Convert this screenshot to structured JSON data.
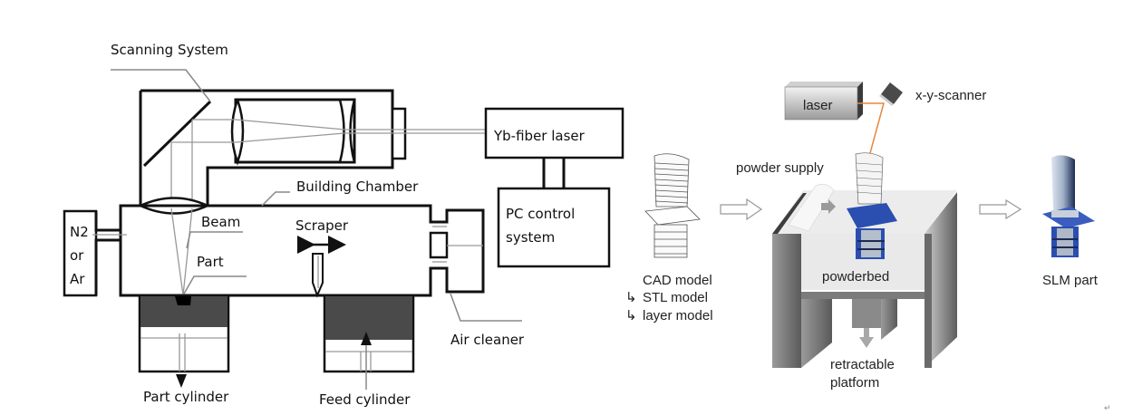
{
  "left_diagram": {
    "labels": {
      "scanning_system": "Scanning System",
      "building_chamber": "Building Chamber",
      "yb_fiber_laser": "Yb-fiber laser",
      "pc_control_line1": "PC control",
      "pc_control_line2": "system",
      "gas_line1": "N2",
      "gas_line2": "or",
      "gas_line3": "Ar",
      "beam": "Beam",
      "part": "Part",
      "scraper": "Scraper",
      "air_cleaner": "Air cleaner",
      "part_cylinder": "Part cylinder",
      "feed_cylinder": "Feed cylinder"
    }
  },
  "right_diagram": {
    "labels": {
      "laser": "laser",
      "xy_scanner": "x-y-scanner",
      "powder_supply": "powder supply",
      "powderbed": "powderbed",
      "retractable_line1": "retractable",
      "retractable_line2": "platform",
      "cad_model": "CAD model",
      "stl_model": "STL model",
      "layer_model": "layer model",
      "slm_part": "SLM part",
      "return_mark": "↵"
    },
    "colors": {
      "laser_beam": "#e8873a",
      "part_blue": "#2a4fb0"
    }
  }
}
